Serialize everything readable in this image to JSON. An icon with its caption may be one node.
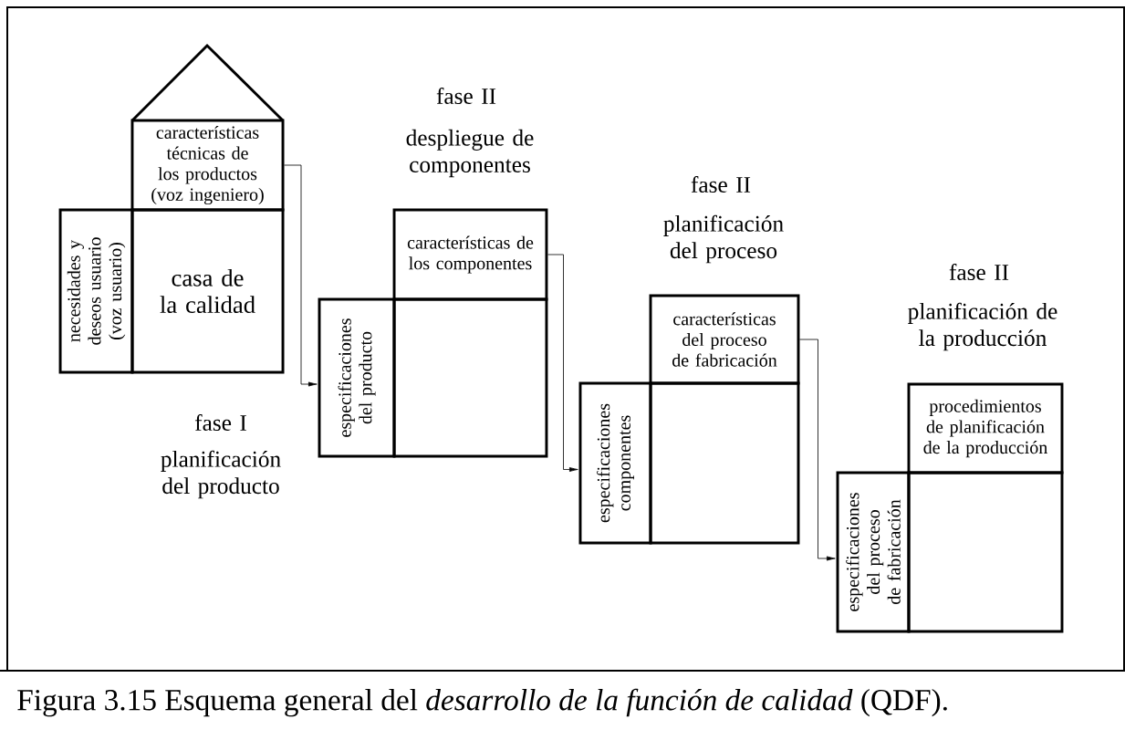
{
  "diagram": {
    "caption": "Figura 3.15 Esquema general del *desarrollo de la función de calidad* (QDF).",
    "nodes": [
      {
        "text": [
          "características técnicas de los productos (voz ingeniero)"
        ]
      },
      {
        "text": [
          "necesidades y deseos usuario (voz usuario)"
        ]
      },
      {
        "text": [
          "casa de la calidad"
        ]
      },
      {
        "text": [
          "características de los componentes"
        ]
      },
      {
        "text": [
          "especificaciones del producto"
        ]
      },
      {
        "text": [],
        "shape": "box"
      },
      {
        "text": [
          "características del proceso de fabricación"
        ]
      },
      {
        "text": [
          "especificaciones componentes"
        ]
      },
      {
        "text": [],
        "shape": "box"
      },
      {
        "text": [
          "procedimientos de planificación de la producción"
        ]
      },
      {
        "text": [
          "especificaciones del proceso de fabricación"
        ]
      },
      {
        "text": [],
        "shape": "box"
      }
    ],
    "edges": [
      {
        "from": 0,
        "to": 4,
        "arrow": "to"
      },
      {
        "from": 3,
        "to": 7,
        "arrow": "to"
      },
      {
        "from": 6,
        "to": 10,
        "arrow": "to"
      }
    ],
    "labels": [
      "fase II",
      "despliegue de componentes",
      "fase II",
      "planificación del proceso",
      "fase II",
      "planificación de la producción",
      "fase I",
      "planificación del producto"
    ]
  }
}
